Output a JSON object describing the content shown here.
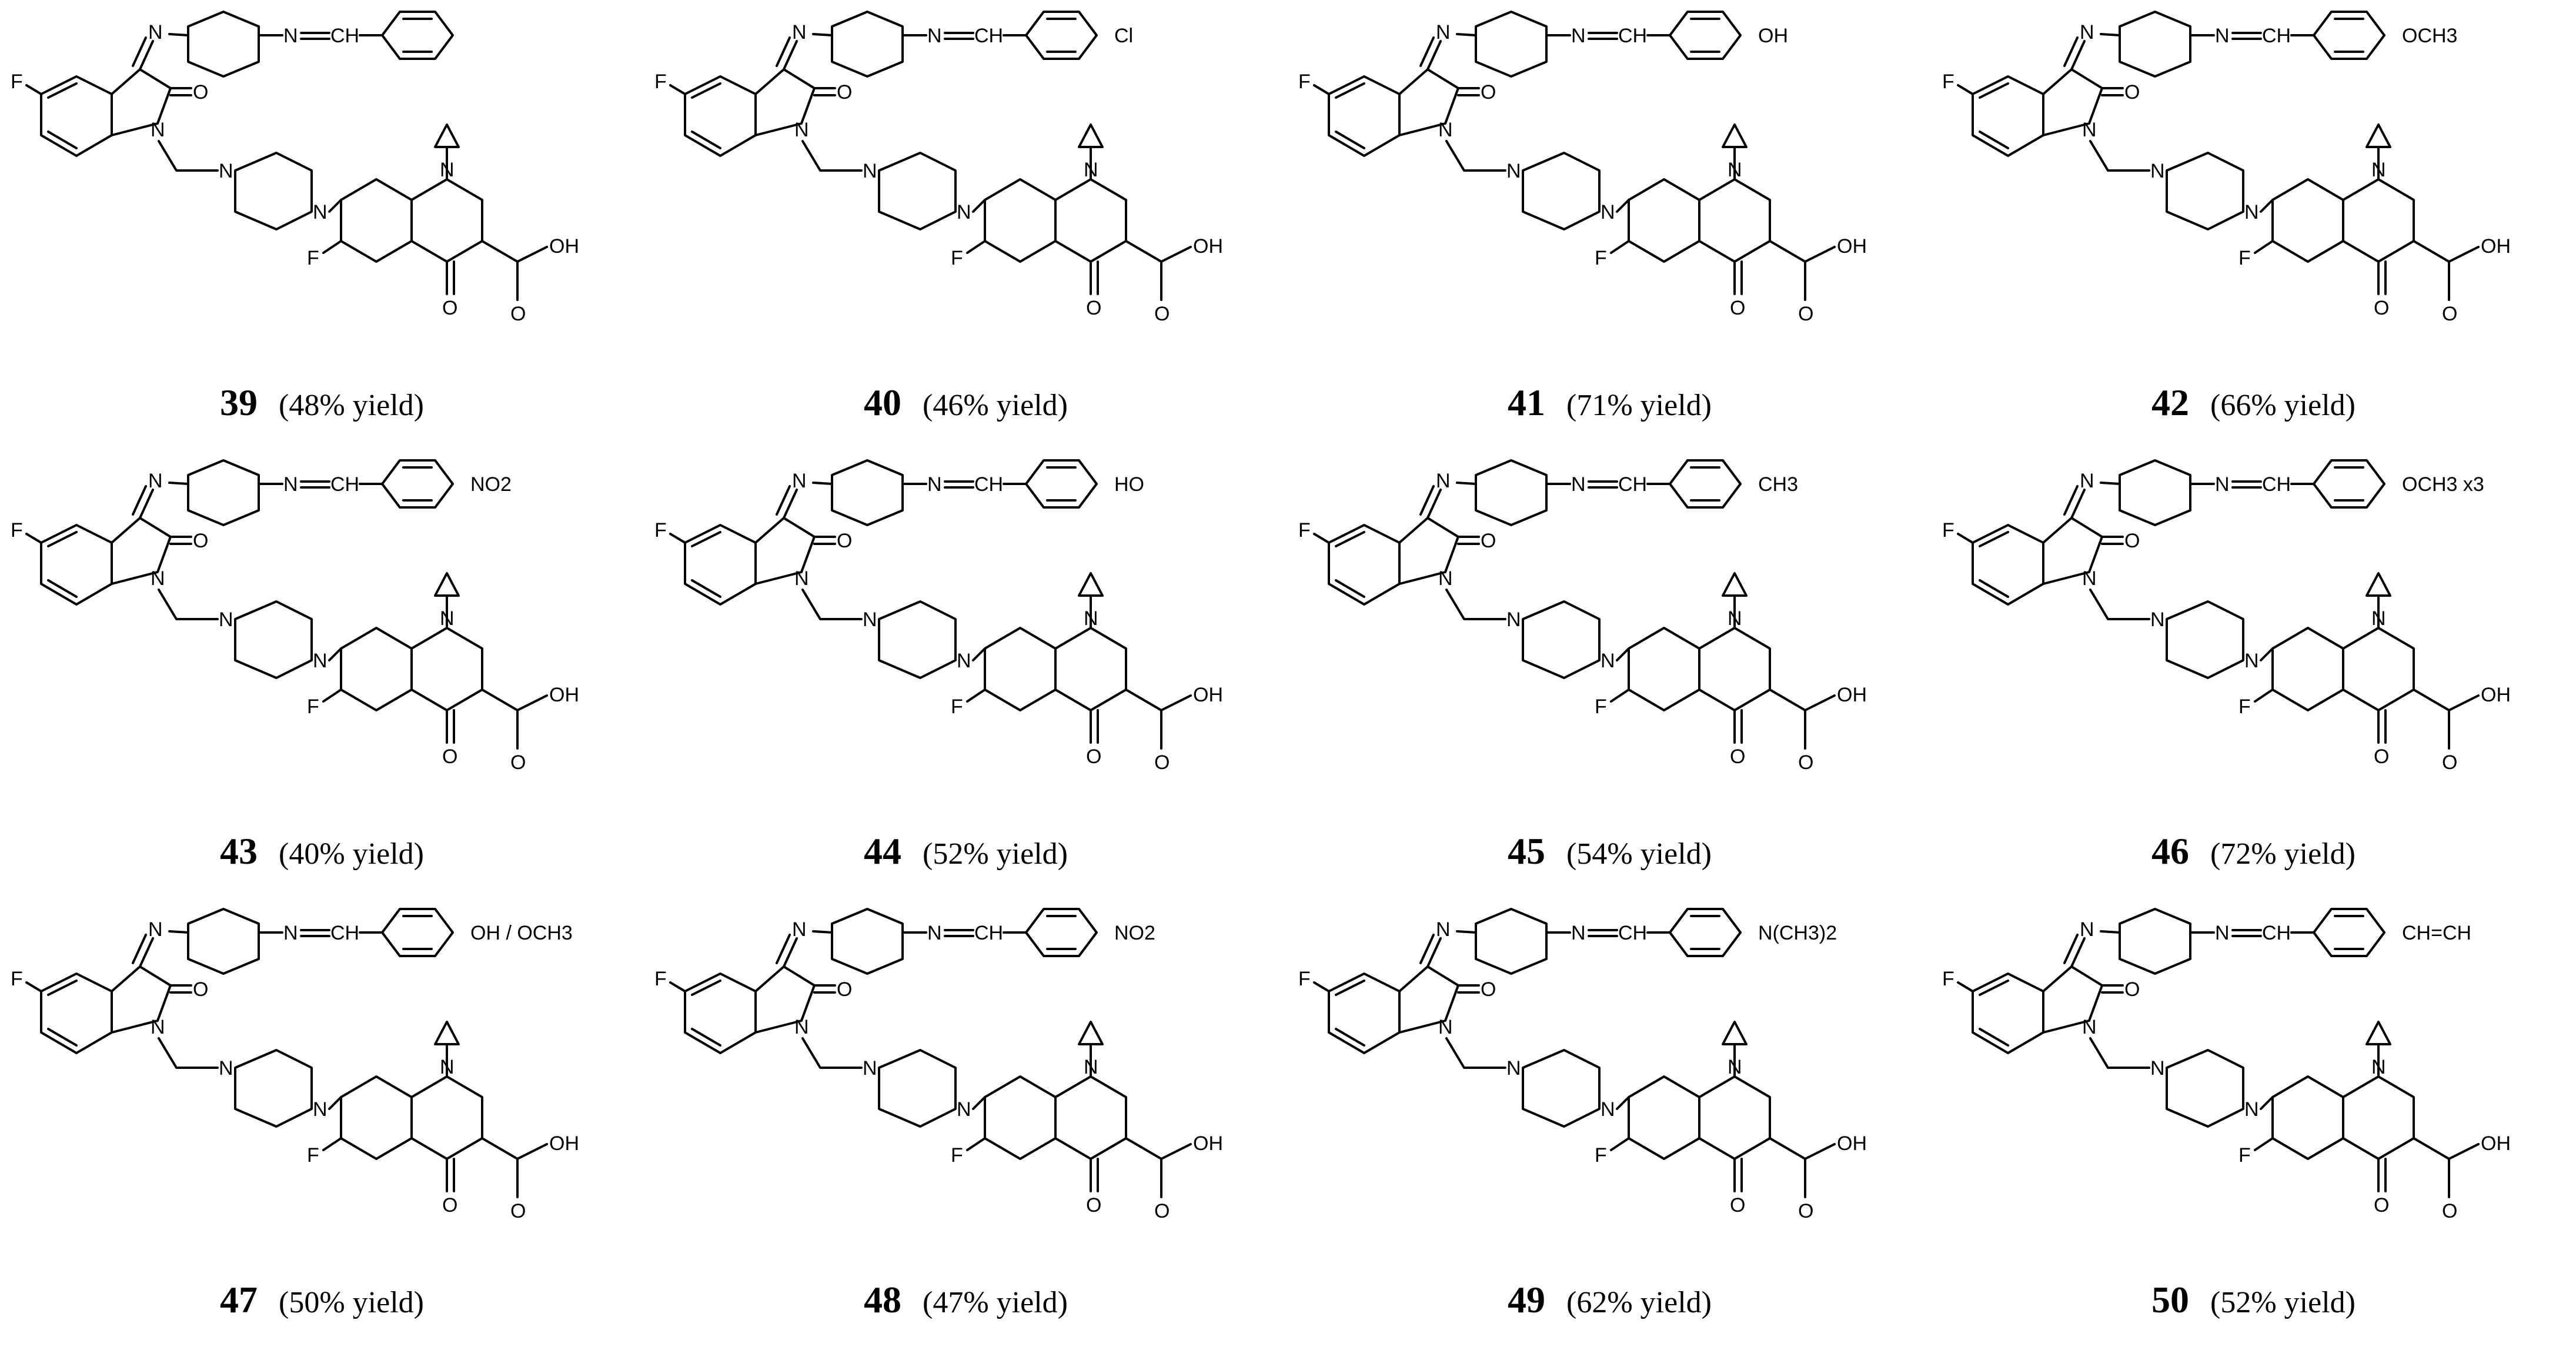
{
  "compounds": [
    {
      "id": "39",
      "yield": "(48% yield)",
      "substituent": ""
    },
    {
      "id": "40",
      "yield": "(46% yield)",
      "substituent": "Cl"
    },
    {
      "id": "41",
      "yield": "(71% yield)",
      "substituent": "OH"
    },
    {
      "id": "42",
      "yield": "(66% yield)",
      "substituent": "OCH3"
    },
    {
      "id": "43",
      "yield": "(40% yield)",
      "substituent": "NO2"
    },
    {
      "id": "44",
      "yield": "(52% yield)",
      "substituent": "HO"
    },
    {
      "id": "45",
      "yield": "(54% yield)",
      "substituent": "CH3"
    },
    {
      "id": "46",
      "yield": "(72% yield)",
      "substituent": "OCH3 x3"
    },
    {
      "id": "47",
      "yield": "(50% yield)",
      "substituent": "OH / OCH3"
    },
    {
      "id": "48",
      "yield": "(47% yield)",
      "substituent": "NO2"
    },
    {
      "id": "49",
      "yield": "(62% yield)",
      "substituent": "N(CH3)2"
    },
    {
      "id": "50",
      "yield": "(52% yield)",
      "substituent": "CH=CH"
    }
  ],
  "atoms": {
    "F": "F",
    "O": "O",
    "N": "N",
    "OH": "OH",
    "CH": "CH",
    "Cl": "Cl",
    "HO": "HO",
    "OCH": "OCH",
    "NO": "NO",
    "CH3_base": "CH",
    "sub3": "3",
    "sub2": "2"
  }
}
